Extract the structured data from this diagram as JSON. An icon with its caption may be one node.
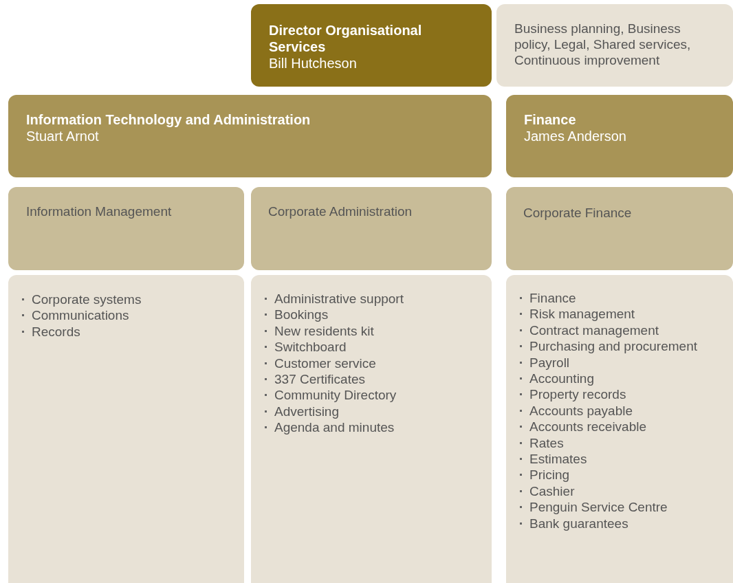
{
  "diagram": {
    "nodes": [
      {
        "text": [
          "Director Organisational Services",
          "Bill Hutcheson"
        ]
      },
      {
        "text": [
          "Business planning, Business policy, Legal, Shared services, Continuous improvement"
        ]
      },
      {
        "text": [
          "Information Technology and Administration",
          "Stuart Arnot"
        ]
      },
      {
        "text": [
          "Finance",
          "James Anderson"
        ]
      },
      {
        "text": [
          "Information Management"
        ]
      },
      {
        "text": [
          "Corporate Administration"
        ]
      },
      {
        "text": [
          "Corporate Finance"
        ]
      },
      {
        "text": [
          "Corporate systems",
          "Communications",
          "Records"
        ]
      },
      {
        "text": [
          "Administrative support",
          "Bookings",
          "New residents kit",
          "Switchboard",
          "Customer service",
          "337 Certificates",
          "Community Directory",
          "Advertising",
          "Agenda and minutes"
        ]
      },
      {
        "text": [
          "Finance",
          "Risk management",
          "Contract management",
          "Purchasing and procurement",
          "Payroll",
          "Accounting",
          "Property records",
          "Accounts payable",
          "Accounts receivable",
          "Rates",
          "Estimates",
          "Pricing",
          "Cashier",
          "Penguin Service Centre",
          "Bank guarantees"
        ]
      }
    ]
  }
}
